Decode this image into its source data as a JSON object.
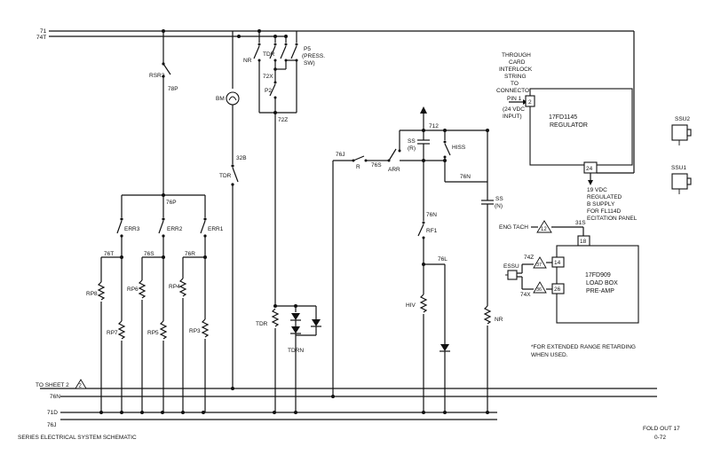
{
  "buses": {
    "b71": "71",
    "b74t": "74T",
    "to_sheet": "TO SHEET 2",
    "sheet_flag": "2",
    "b76n": "76N",
    "b71d": "71D",
    "b76j": "76J"
  },
  "contacts": {
    "rsr2": "RSR2",
    "w78p": "78P",
    "bm": "BM",
    "w32b": "32B",
    "tdr": "TDR",
    "nr": "NR",
    "tdr_c": "TDR",
    "p5": "P5",
    "press": "(PRESS.",
    "sw": "SW)",
    "w72x": "72X",
    "p2": "P2",
    "w72z": "72Z",
    "w76p": "76P",
    "err3": "ERR3",
    "err2": "ERR2",
    "err1": "ERR1",
    "w76t": "76T",
    "w76s": "76S",
    "w76r": "76R",
    "rp8": "RP8",
    "rp7": "RP7",
    "rp6": "RP6",
    "rp5": "RP5",
    "rp4": "RP4",
    "rp3": "RP3",
    "tdr_coil": "TDR",
    "tdrn": "TDRN",
    "w76j": "76J",
    "r": "R",
    "w76s2": "76S",
    "arr": "ARR",
    "w712": "712",
    "ss_r1": "SS",
    "ss_r2": "(R)",
    "hiss": "HISS",
    "w76n": "76N",
    "ss_n1": "SS",
    "ss_n2": "(N)",
    "w76n2": "76N",
    "rf1": "RF1",
    "w76l": "76L",
    "hiv": "HIV",
    "nr_coil": "NR"
  },
  "notes": {
    "through": "THROUGH",
    "card": "CARD",
    "interlock": "INTERLOCK",
    "string": "STRING",
    "to": "TO",
    "connector": "CONNECTOR",
    "pin1": "PIN 1",
    "v24": "(24 VDC",
    "input": "INPUT)",
    "vdc19": "19 VDC",
    "regulated": "REGULATED",
    "bsupply": "B SUPPLY",
    "forfl": "FOR FL114D",
    "excitation": "ECITATION PANEL",
    "ext1": "*FOR EXTENDED RANGE RETARDING",
    "ext2": "WHEN USED."
  },
  "regulator": {
    "name": "17FD1145",
    "label": "REGULATOR",
    "pin_in": "2",
    "pin_out": "24"
  },
  "loadbox": {
    "name": "17FD909",
    "label1": "LOAD BOX",
    "label2": "PRE-AMP",
    "pin18": "18",
    "pin14": "14",
    "pin26": "26",
    "eng_tach": "ENG TACH",
    "flag12": "12",
    "w31s": "31S",
    "essu": "ESSU",
    "w74z": "74Z",
    "flag37": "37",
    "w74x": "74X",
    "flag36": "36"
  },
  "ssu": {
    "ssu2": "SSU2",
    "ssu1": "SSU1"
  },
  "footer": {
    "title": "SERIES ELECTRICAL SYSTEM SCHEMATIC",
    "foldout": "FOLD OUT 17",
    "page": "0-72"
  },
  "colors": {
    "ink": "#111111",
    "paper": "#ffffff"
  }
}
